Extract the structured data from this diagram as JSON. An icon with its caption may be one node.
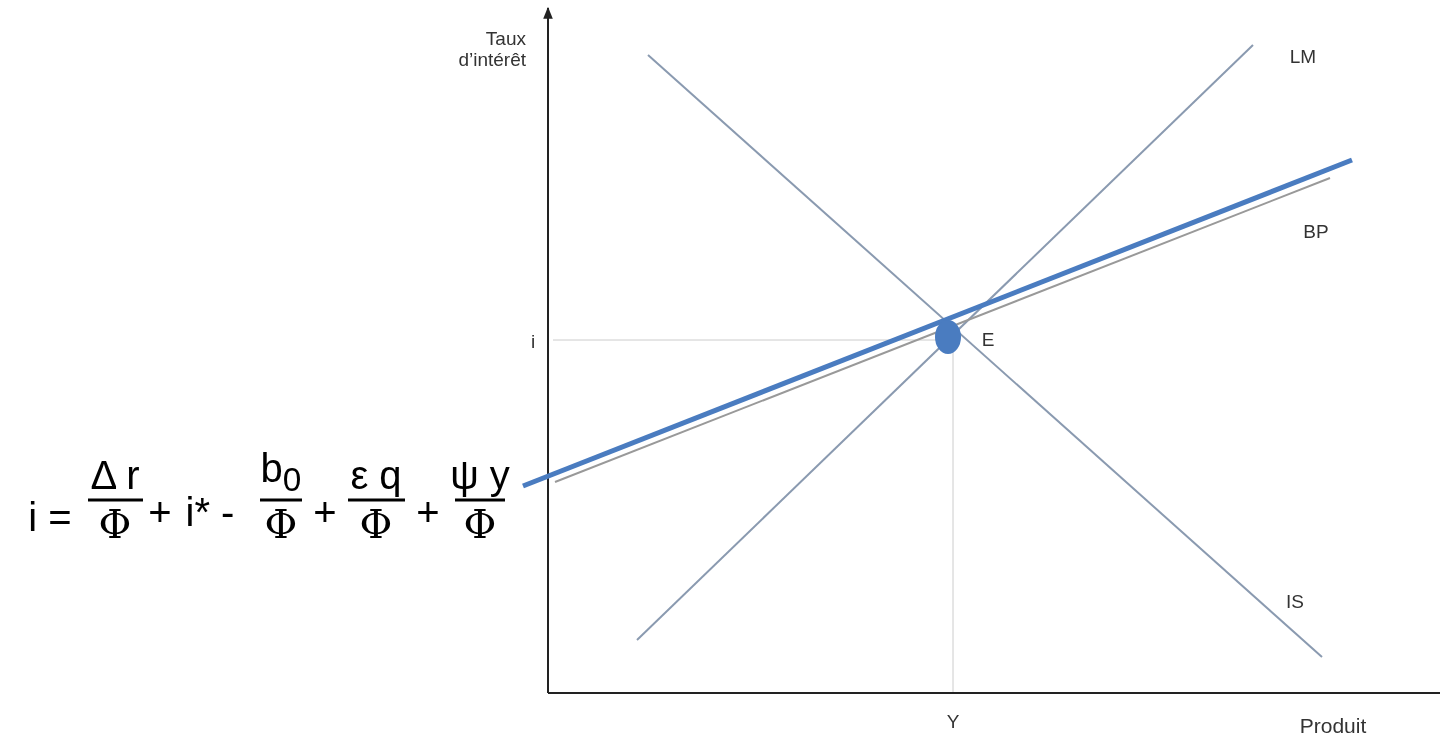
{
  "diagram": {
    "labels": [
      "Taux d’intérêt",
      "LM",
      "BP",
      "i",
      "E",
      "i =",
      "Δ r",
      "Φ",
      "+",
      "i* -",
      "b$_{0}$",
      "Φ",
      "+",
      "ε q",
      "Φ",
      "+",
      "ψ y",
      "Φ",
      "IS",
      "Y",
      "Produit"
    ]
  }
}
